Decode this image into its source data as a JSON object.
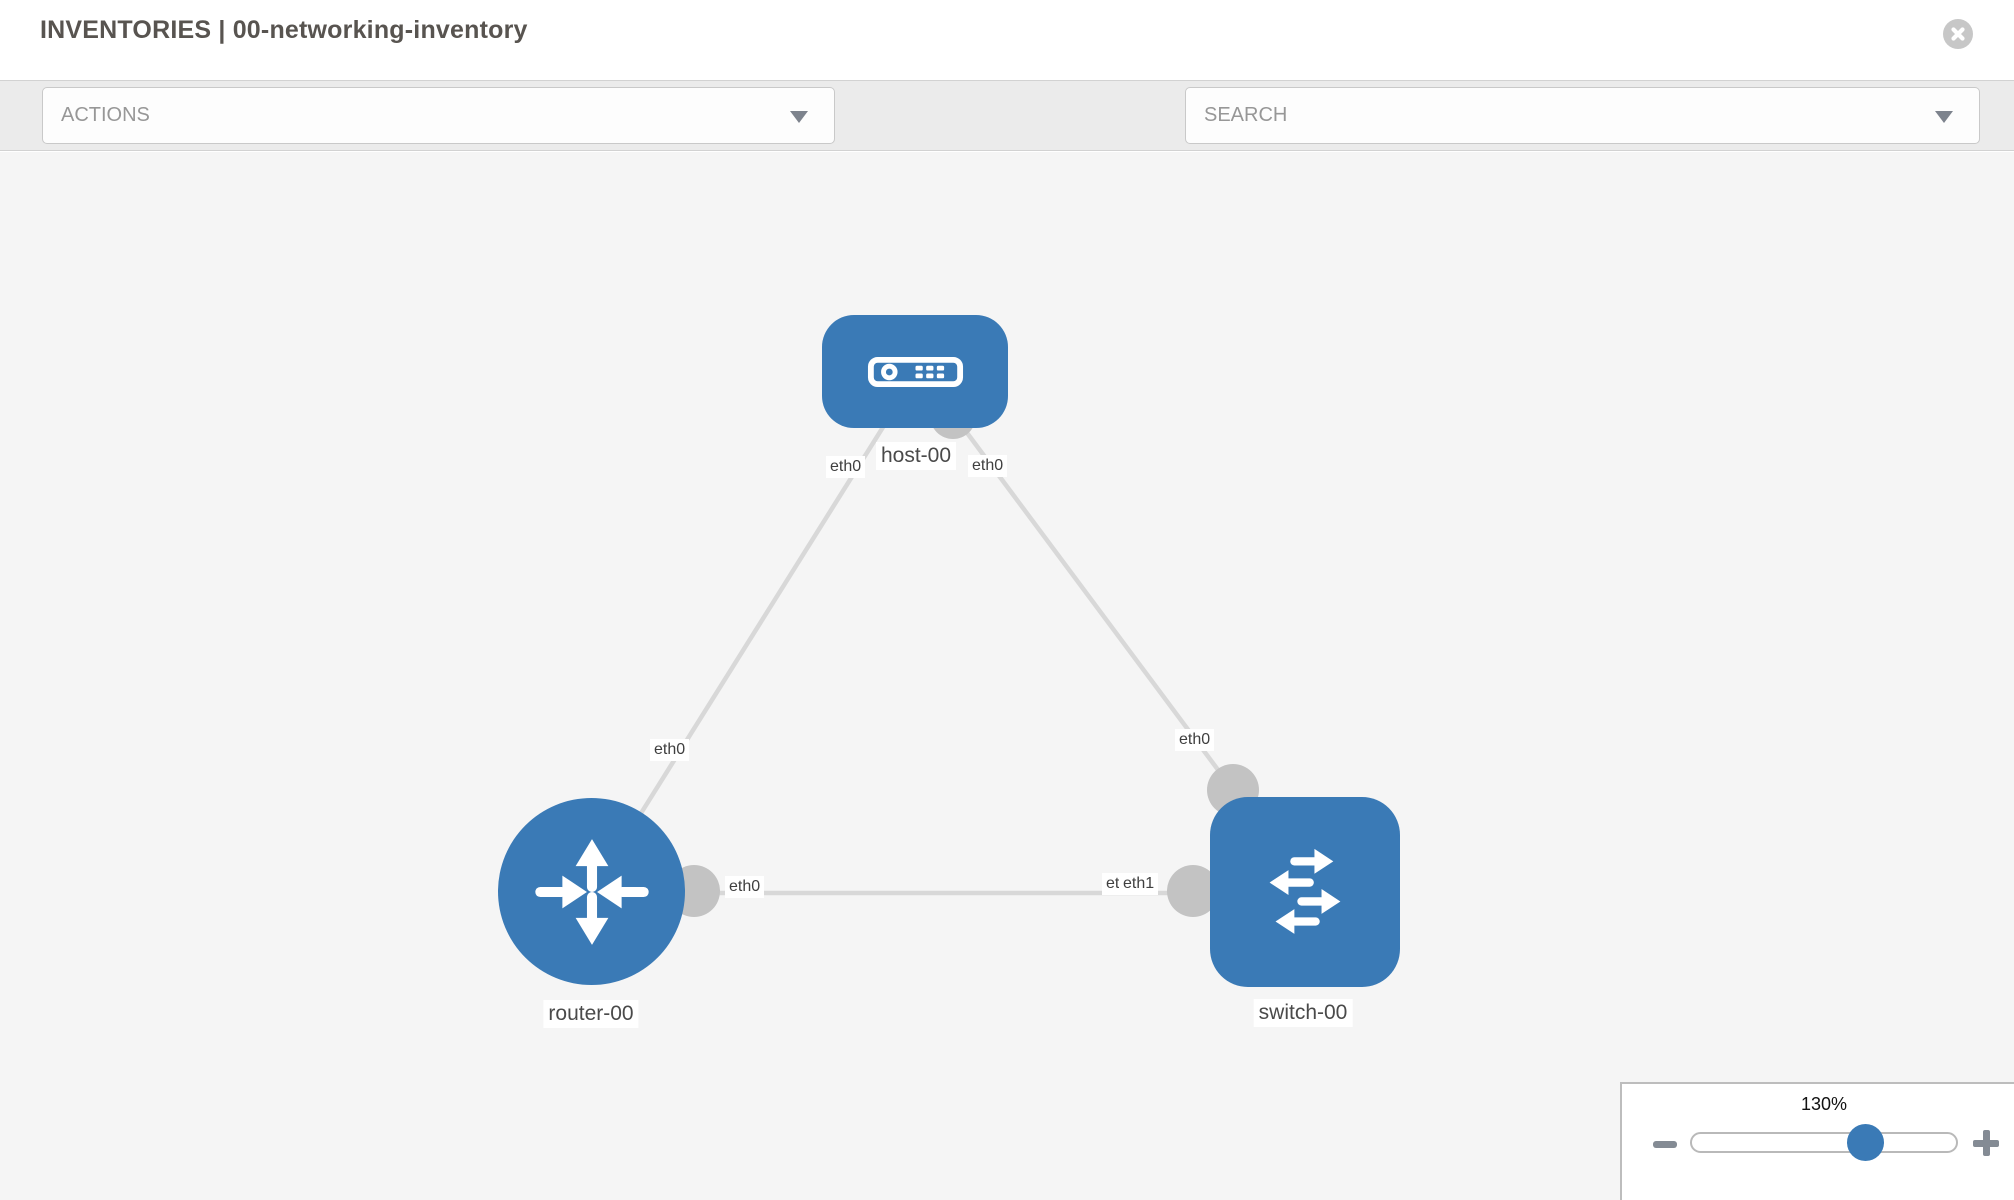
{
  "header": {
    "title": "INVENTORIES | 00-networking-inventory"
  },
  "toolbar": {
    "actions_label": "ACTIONS",
    "search_placeholder": "SEARCH"
  },
  "topology": {
    "nodes": [
      {
        "name": "host-00",
        "type": "host"
      },
      {
        "name": "router-00",
        "type": "router"
      },
      {
        "name": "switch-00",
        "type": "switch"
      }
    ],
    "links": [
      {
        "source": "host-00",
        "source_interface": "eth0",
        "target": "router-00",
        "target_interface": "eth0"
      },
      {
        "source": "host-00",
        "source_interface": "eth0",
        "target": "switch-00",
        "target_interface": "eth0"
      },
      {
        "source": "router-00",
        "source_interface": "eth0",
        "target": "switch-00",
        "target_interface": "eth1"
      }
    ],
    "interface_labels": {
      "host_to_router": "eth0",
      "host_to_switch": "eth0",
      "router_to_host": "eth0",
      "router_to_switch": "eth0",
      "switch_to_host": "eth0",
      "switch_to_router_under": "eth0",
      "switch_to_router_over": "eth1"
    }
  },
  "zoom": {
    "level": "130%"
  },
  "icons": {
    "close": "x-circle",
    "actions_caret": "chevron-down",
    "search_caret": "chevron-down",
    "tools": "wrench",
    "credentials": "key",
    "zoom_out": "minus",
    "zoom_in": "plus"
  },
  "colors": {
    "node_fill": "#3a7ab6",
    "link": "#d8d8d8",
    "endpoint_dot": "#c3c3c3",
    "canvas_bg": "#f5f5f5",
    "toolbar_bg": "#ebebeb",
    "icon_gray": "#878e97",
    "accent_blue": "#3a7ab6"
  }
}
